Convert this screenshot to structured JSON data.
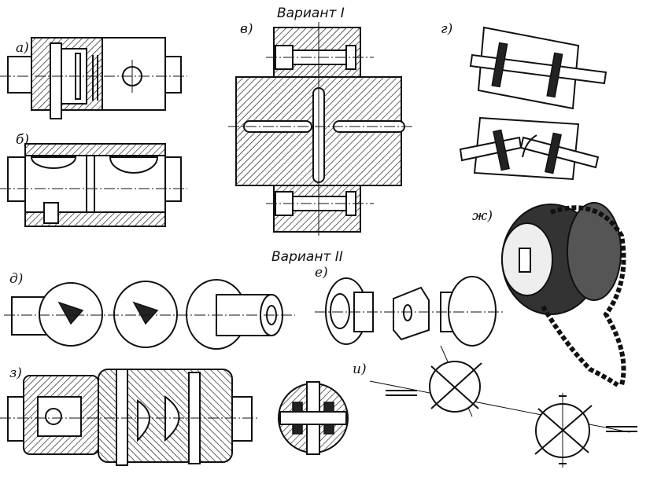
{
  "titles": {
    "variant1": "Вариант I",
    "variant2": "Вариант II"
  },
  "labels": {
    "a": "а)",
    "b": "б)",
    "v": "в)",
    "g": "г)",
    "d": "д)",
    "e": "е)",
    "zh": "ж)",
    "z": "з)",
    "i": "и)"
  },
  "colors": {
    "ink": "#111111",
    "paper": "#ffffff"
  }
}
